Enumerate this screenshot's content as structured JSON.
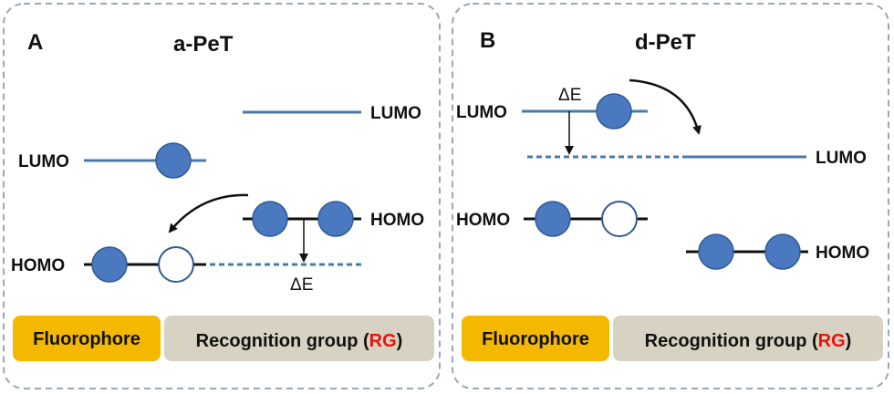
{
  "colors": {
    "level_line": "#4a79a8",
    "electron_fill": "#4a79c0",
    "electron_stroke": "#2f5a92",
    "empty_orbital_stroke": "#2f5a92",
    "panel_border": "#9aa7b8",
    "fluorophore_box": "#f5b800",
    "recognition_box": "#d8d2c2",
    "rg_highlight": "#e8140c"
  },
  "panels": [
    {
      "letter": "A",
      "title": "a-PeT",
      "fluorophore_lumo_label": "LUMO",
      "fluorophore_homo_label": "HOMO",
      "rg_lumo_label": "LUMO",
      "rg_homo_label": "HOMO",
      "delta_e_label": "ΔE",
      "legend_fluorophore": "Fluorophore",
      "legend_recognition_prefix": "Recognition group (",
      "legend_recognition_abbr": "RG",
      "legend_recognition_suffix": ")"
    },
    {
      "letter": "B",
      "title": "d-PeT",
      "fluorophore_lumo_label": "LUMO",
      "fluorophore_homo_label": "HOMO",
      "rg_lumo_label": "LUMO",
      "rg_homo_label": "HOMO",
      "delta_e_label": "ΔE",
      "legend_fluorophore": "Fluorophore",
      "legend_recognition_prefix": "Recognition group (",
      "legend_recognition_abbr": "RG",
      "legend_recognition_suffix": ")"
    }
  ]
}
